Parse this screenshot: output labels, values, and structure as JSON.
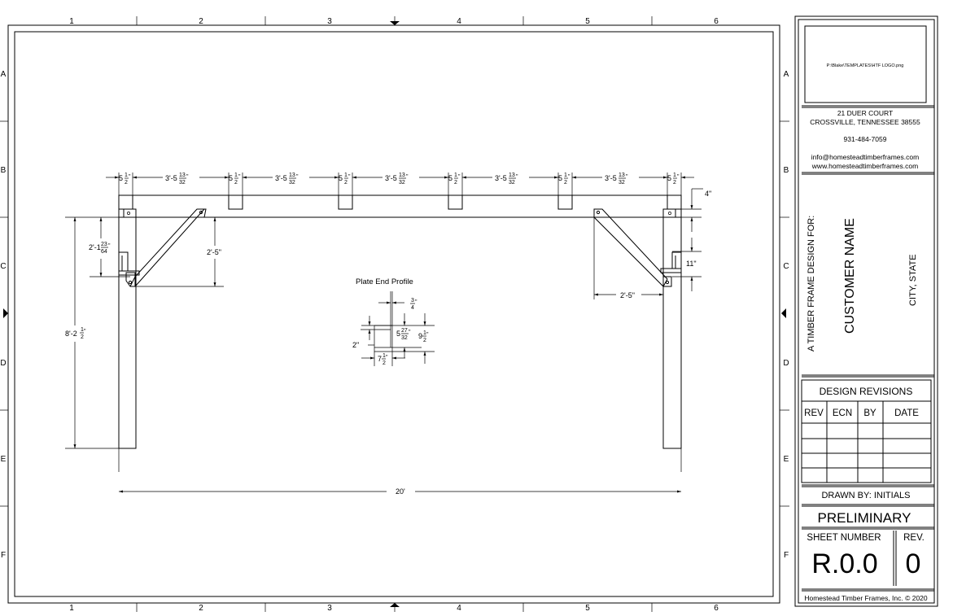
{
  "sheet": {
    "zone_columns": [
      "1",
      "2",
      "3",
      "4",
      "5",
      "6"
    ],
    "zone_rows": [
      "A",
      "B",
      "C",
      "D",
      "E",
      "F"
    ]
  },
  "drawing": {
    "post_width": {
      "whole": "5",
      "num": "1",
      "den": "2",
      "unit": "\""
    },
    "spacing": {
      "whole": "3'-5",
      "num": "13",
      "den": "32",
      "unit": "\""
    },
    "overall_height": {
      "whole": "8'-2",
      "num": "1",
      "den": "2",
      "unit": "\""
    },
    "brace_drop_left": {
      "whole": "2'-1",
      "num": "23",
      "den": "64",
      "unit": "\""
    },
    "brace_height": "2'-5\"",
    "brace_run": "2'-5\"",
    "plate_offset": "4\"",
    "mortise_height": "11\"",
    "overall_length": "20'",
    "profile": {
      "title": "Plate End Profile",
      "lip": {
        "num": "3",
        "den": "4",
        "unit": "\""
      },
      "notch_depth": {
        "whole": "5",
        "num": "27",
        "den": "32",
        "unit": "\""
      },
      "height": {
        "whole": "9",
        "num": "1",
        "den": "2",
        "unit": "\""
      },
      "notch_side": "2\"",
      "width": {
        "whole": "7",
        "num": "1",
        "den": "2",
        "unit": "\""
      }
    }
  },
  "title_block": {
    "logo_path": "P:\\Blake\\TEMPLATES\\HTF LOGO.png",
    "address1": "21 DUER COURT",
    "address2": "CROSSVILLE, TENNESSEE 38555",
    "phone": "931-484-7059",
    "email": "info@homesteadtimberframes.com",
    "website": "www.homesteadtimberframes.com",
    "design_for": "A TIMBER FRAME DESIGN FOR:",
    "customer": "CUSTOMER NAME",
    "city_state": "CITY, STATE",
    "revisions_title": "DESIGN REVISIONS",
    "revision_headers": [
      "REV",
      "ECN",
      "BY",
      "DATE"
    ],
    "drawn_by": "DRAWN BY: INITIALS",
    "status": "PRELIMINARY",
    "sheet_number_label": "SHEET NUMBER",
    "rev_label": "REV.",
    "sheet_number": "R.0.0",
    "rev": "0",
    "copyright": "Homestead Timber Frames, Inc. © 2020"
  }
}
